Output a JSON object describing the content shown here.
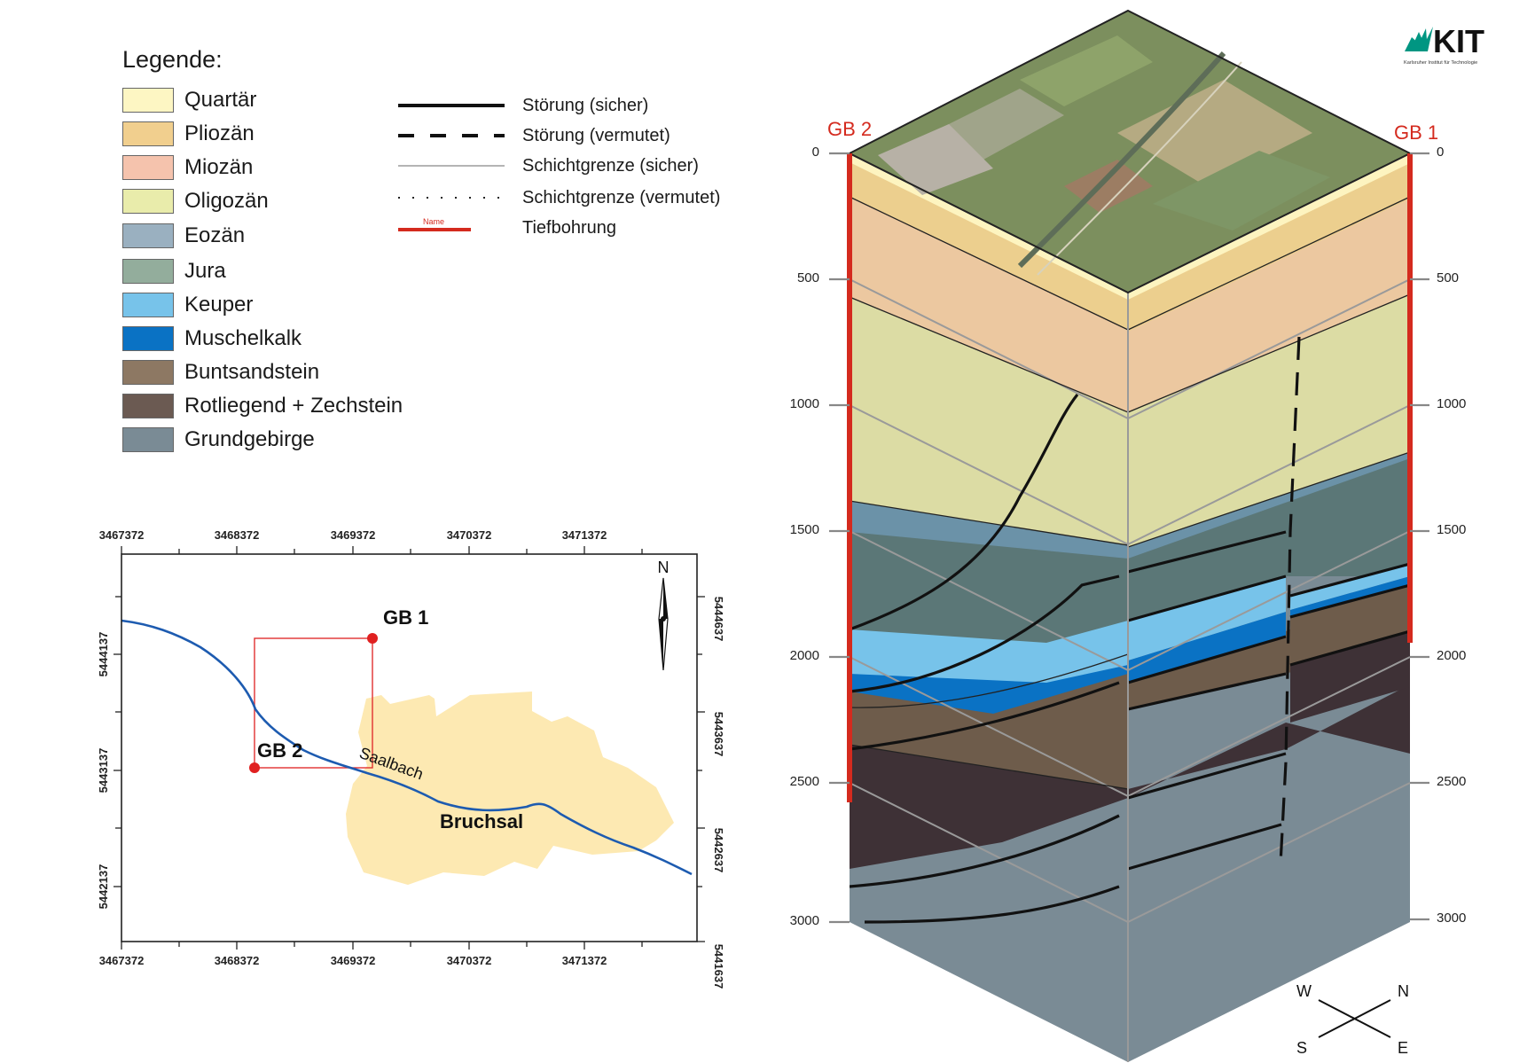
{
  "legend": {
    "title": "Legende:",
    "units": [
      {
        "label": "Quartär",
        "color": "#fdf6c3"
      },
      {
        "label": "Pliozän",
        "color": "#f1cf8e"
      },
      {
        "label": "Miozän",
        "color": "#f5c3ad"
      },
      {
        "label": "Oligozän",
        "color": "#e9ecab"
      },
      {
        "label": "Eozän",
        "color": "#9ab0c0"
      },
      {
        "label": "Jura",
        "color": "#93ad9c"
      },
      {
        "label": "Keuper",
        "color": "#77c3ea"
      },
      {
        "label": "Muschelkalk",
        "color": "#0a72c4"
      },
      {
        "label": "Buntsandstein",
        "color": "#8d7863"
      },
      {
        "label": "Rotliegend + Zechstein",
        "color": "#6b5a52"
      },
      {
        "label": "Grundgebirge",
        "color": "#7a8b95"
      }
    ],
    "lines": [
      {
        "label": "Störung (sicher)",
        "style": "solid-thick"
      },
      {
        "label": "Störung (vermutet)",
        "style": "dashed-thick"
      },
      {
        "label": "Schichtgrenze (sicher)",
        "style": "solid-thin"
      },
      {
        "label": "Schichtgrenze (vermutet)",
        "style": "dotted"
      },
      {
        "label": "Tiefbohrung",
        "style": "red",
        "sample_text": "Name"
      }
    ]
  },
  "logo": {
    "text": "KIT",
    "subtitle": "Karlsruher Institut für Technologie",
    "color": "#009682"
  },
  "map": {
    "top_ticks": [
      "3467372",
      "3468372",
      "3469372",
      "3470372",
      "3471372"
    ],
    "bottom_ticks": [
      "3467372",
      "3468372",
      "3469372",
      "3470372",
      "3471372"
    ],
    "left_ticks": [
      "5444137",
      "5443137",
      "5442137"
    ],
    "right_ticks": [
      "5444637",
      "5443637",
      "5442637",
      "5441637"
    ],
    "north_label": "N",
    "wells": [
      {
        "label": "GB 1"
      },
      {
        "label": "GB 2"
      }
    ],
    "river_label": "Saalbach",
    "town_label": "Bruchsal",
    "colors": {
      "town": "#fde9b2",
      "river": "#1d5bb0",
      "frame": "#e03030",
      "well": "#e02020"
    }
  },
  "block": {
    "well_left": "GB 2",
    "well_right": "GB 1",
    "depth_ticks_left": [
      "0",
      "500",
      "1000",
      "1500",
      "2000",
      "2500",
      "3000"
    ],
    "depth_ticks_right": [
      "0",
      "500",
      "1000",
      "1500",
      "2000",
      "2500",
      "3000"
    ],
    "compass": {
      "w": "W",
      "n": "N",
      "s": "S",
      "e": "E"
    },
    "well_color": "#d42a1e"
  }
}
